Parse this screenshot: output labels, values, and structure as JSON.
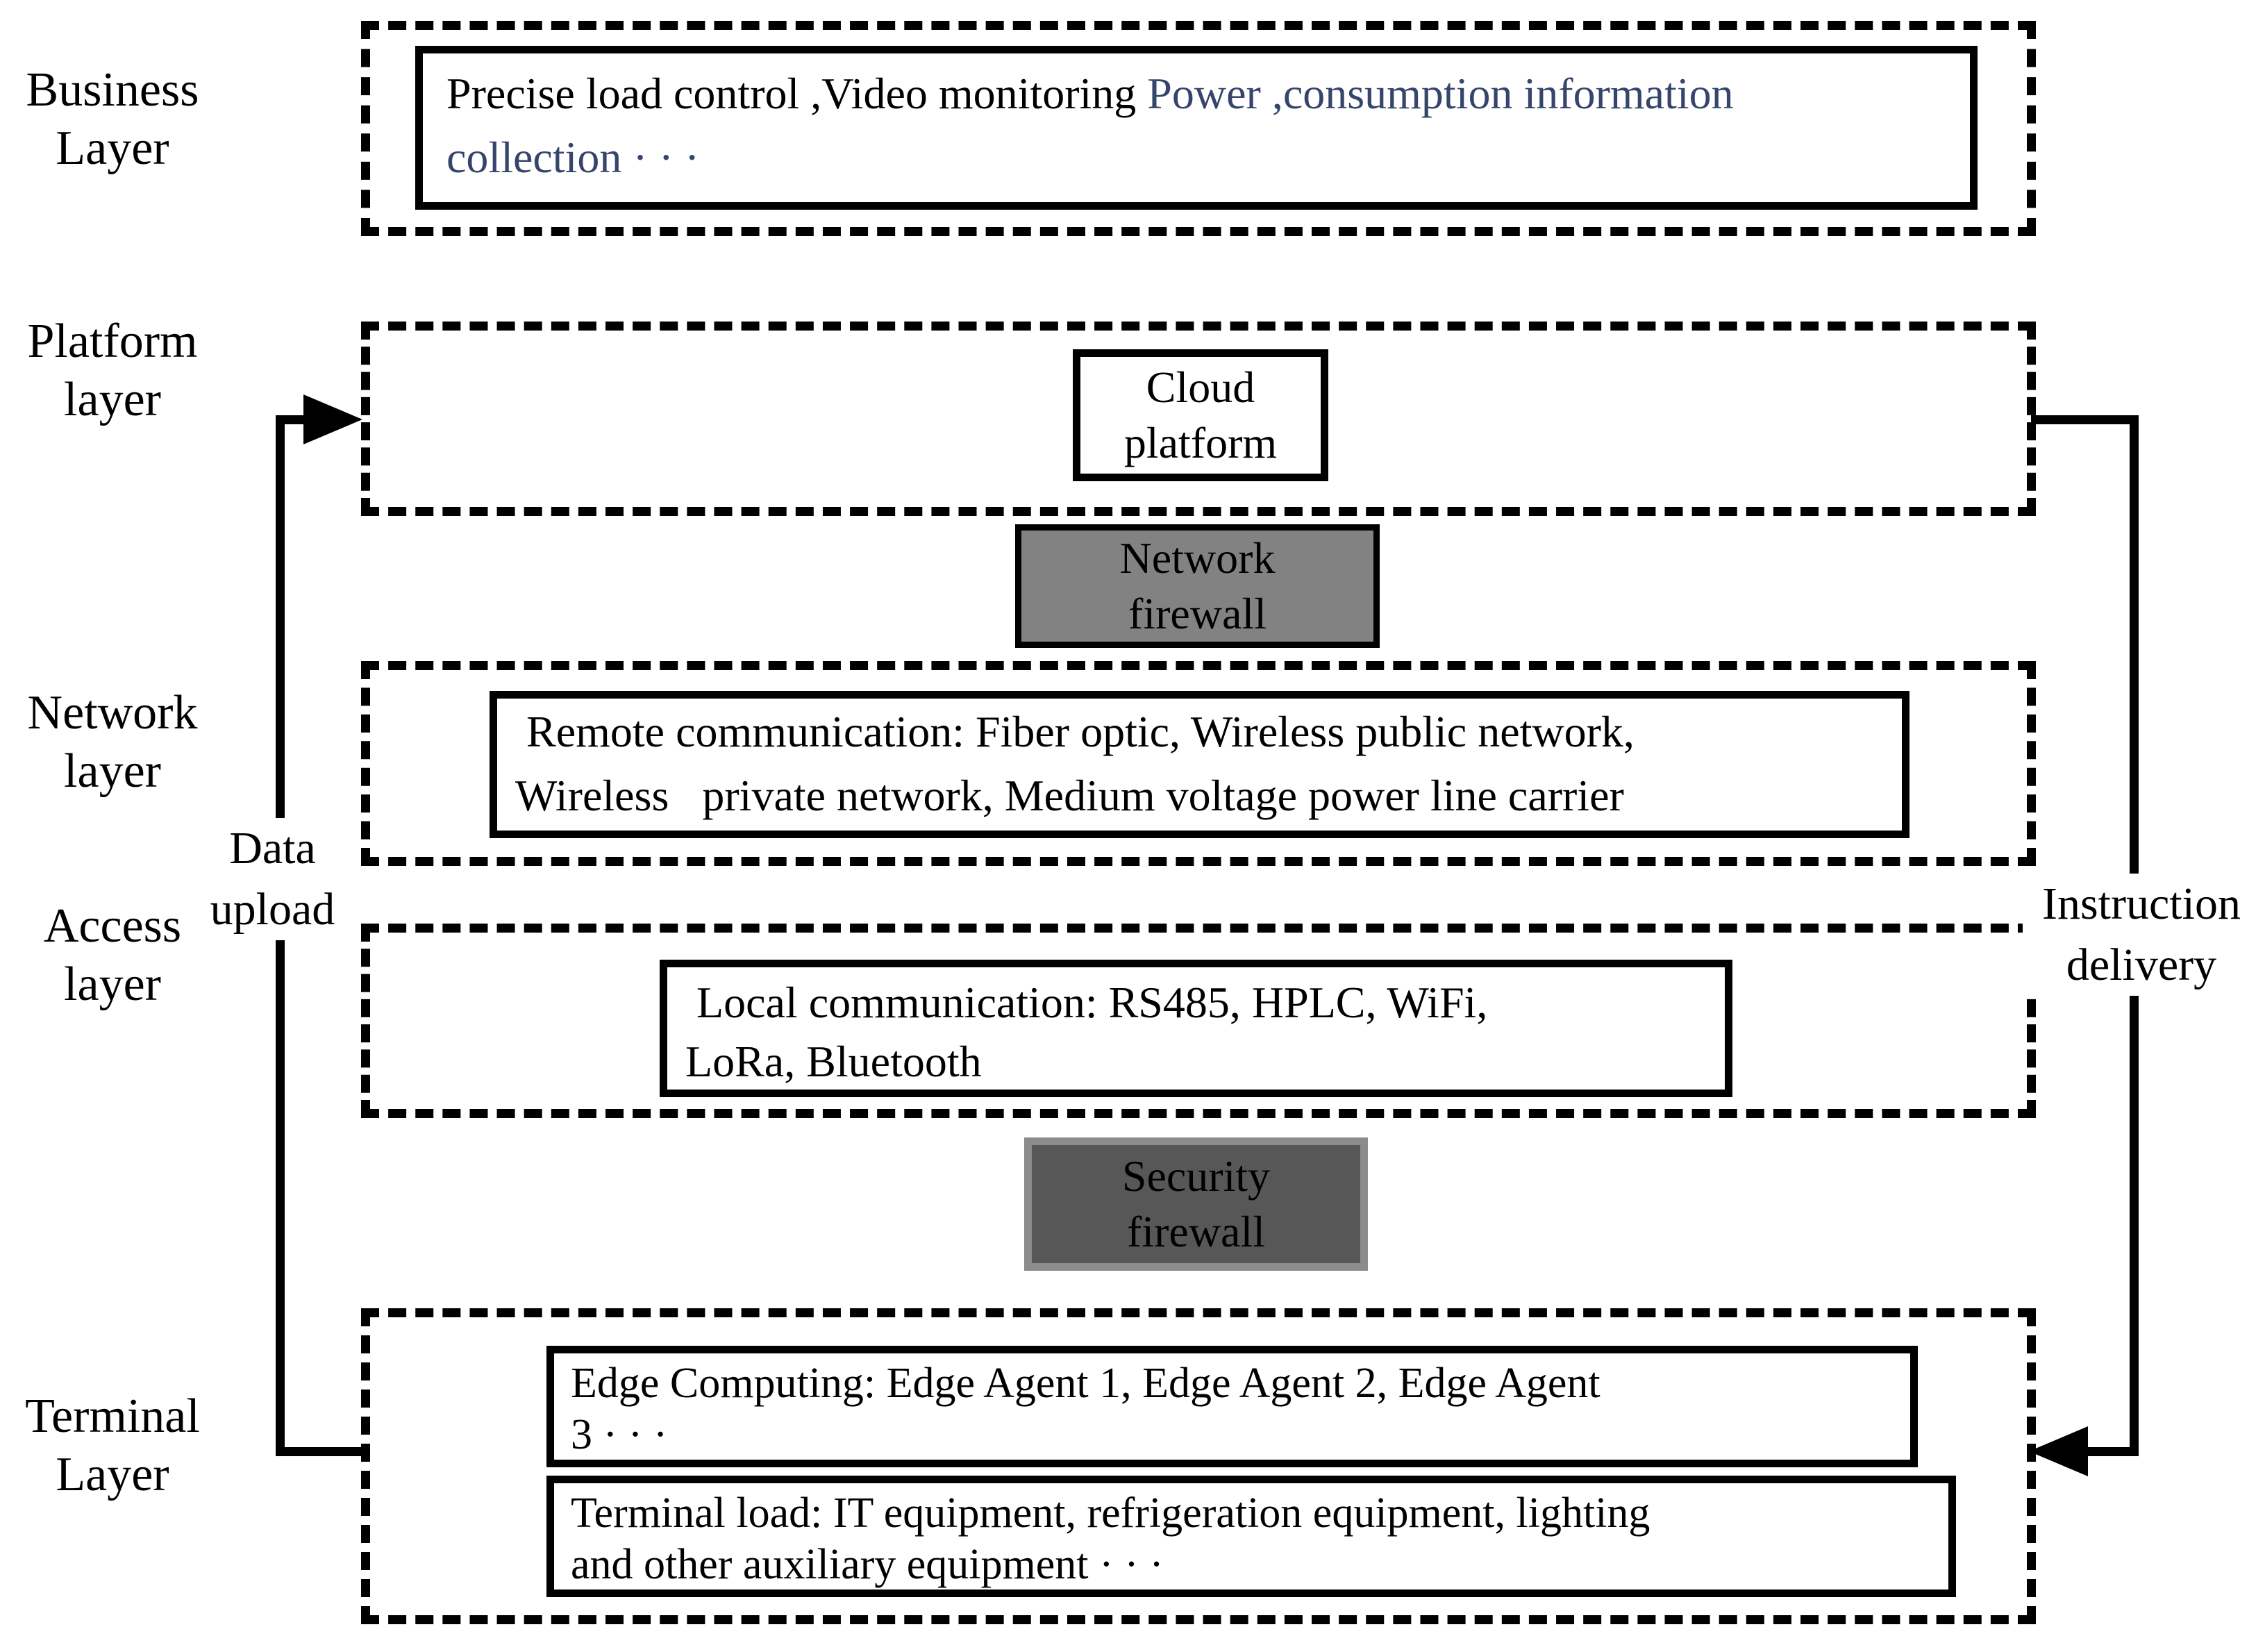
{
  "labels": {
    "business": {
      "l1": "Business",
      "l2": "Layer"
    },
    "platform": {
      "l1": "Platform",
      "l2": "layer"
    },
    "network": {
      "l1": "Network",
      "l2": "layer"
    },
    "access": {
      "l1": "Access",
      "l2": "layer"
    },
    "terminal": {
      "l1": "Terminal",
      "l2": "Layer"
    }
  },
  "business_box": {
    "black": "Precise load control ,Video monitoring ",
    "blue": "Power ,consumption information",
    "line2_blue": "collection · · ·"
  },
  "cloud_platform": {
    "l1": "Cloud",
    "l2": "platform"
  },
  "network_firewall": {
    "l1": "Network",
    "l2": "firewall"
  },
  "network_box": {
    "l1": " Remote communication: Fiber optic, Wireless public network,",
    "l2": "Wireless   private network, Medium voltage power line carrier"
  },
  "access_box": {
    "l1": " Local communication: RS485, HPLC, WiFi,",
    "l2": "LoRa, Bluetooth"
  },
  "security_firewall": {
    "l1": "Security",
    "l2": "firewall"
  },
  "edge_box": {
    "l1": "Edge Computing: Edge Agent 1, Edge Agent 2, Edge Agent",
    "l2": "3 · · ·"
  },
  "terminal_box": {
    "l1": "Terminal load: IT equipment, refrigeration equipment, lighting",
    "l2": "and other auxiliary equipment · · ·"
  },
  "flows": {
    "data_upload": {
      "l1": "Data",
      "l2": "upload"
    },
    "instruction_delivery": {
      "l1": "Instruction",
      "l2": "delivery"
    }
  },
  "colors": {
    "highlight_text": "#36456b",
    "network_firewall_fill": "#828282",
    "security_firewall_fill": "#575757",
    "security_firewall_border": "#8c8c8c",
    "line_color": "#000000"
  }
}
